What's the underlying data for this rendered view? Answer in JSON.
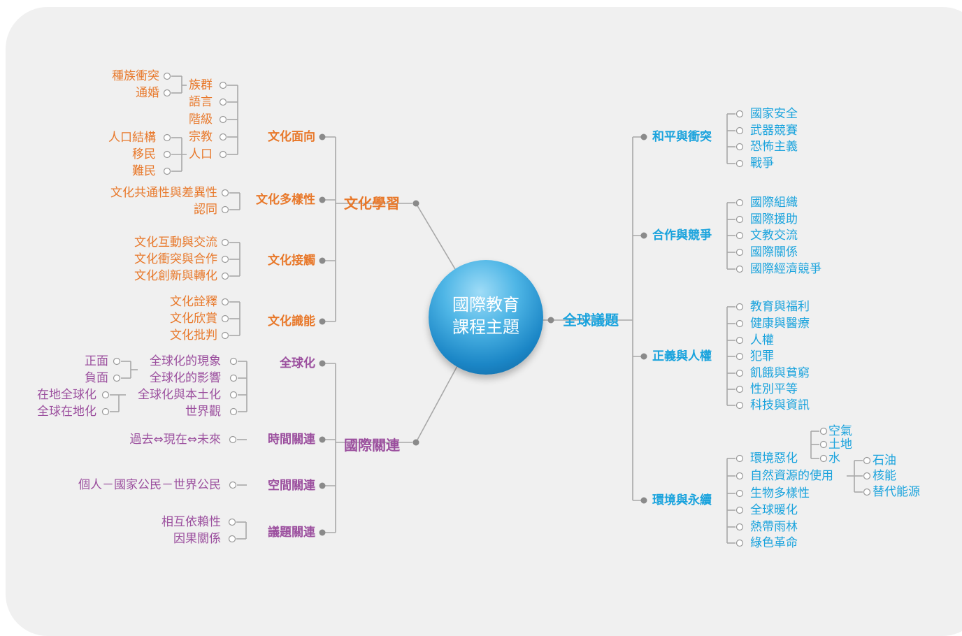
{
  "center": {
    "line1": "國際教育",
    "line2": "課程主題"
  },
  "culture": {
    "main": "文化學習",
    "c1": {
      "label": "文化面向",
      "items": [
        "族群",
        "語言",
        "階級",
        "宗教",
        "人口"
      ],
      "ethnic_sub": [
        "種族衝突",
        "通婚"
      ],
      "pop_sub": [
        "人口結構",
        "移民",
        "難民"
      ]
    },
    "c2": {
      "label": "文化多樣性",
      "items": [
        "文化共通性與差異性",
        "認同"
      ]
    },
    "c3": {
      "label": "文化接觸",
      "items": [
        "文化互動與交流",
        "文化衝突與合作",
        "文化創新與轉化"
      ]
    },
    "c4": {
      "label": "文化識能",
      "items": [
        "文化詮釋",
        "文化欣賞",
        "文化批判"
      ]
    }
  },
  "intl": {
    "main": "國際關連",
    "g1": {
      "label": "全球化",
      "items": [
        "全球化的現象",
        "全球化的影響",
        "全球化與本土化",
        "世界觀"
      ],
      "effect_sub": [
        "正面",
        "負面"
      ],
      "local_sub": [
        "在地全球化",
        "全球在地化"
      ]
    },
    "g2": {
      "label": "時間關連",
      "item": "過去⇔現在⇔未來"
    },
    "g3": {
      "label": "空間關連",
      "item": "個人－國家公民－世界公民"
    },
    "g4": {
      "label": "議題關連",
      "items": [
        "相互依賴性",
        "因果關係"
      ]
    }
  },
  "global": {
    "main": "全球議題",
    "b1": {
      "label": "和平與衝突",
      "items": [
        "國家安全",
        "武器競賽",
        "恐怖主義",
        "戰爭"
      ]
    },
    "b2": {
      "label": "合作與競爭",
      "items": [
        "國際組織",
        "國際援助",
        "文教交流",
        "國際關係",
        "國際經濟競爭"
      ]
    },
    "b3": {
      "label": "正義與人權",
      "items": [
        "教育與福利",
        "健康與醫療",
        "人權",
        "犯罪",
        "飢餓與貧窮",
        "性別平等",
        "科技與資訊"
      ]
    },
    "b4": {
      "label": "環境與永續",
      "items": [
        "環境惡化",
        "自然資源的使用",
        "生物多樣性",
        "全球暖化",
        "熱帶雨林",
        "綠色革命"
      ],
      "env_sub": [
        "空氣",
        "土地",
        "水"
      ],
      "res_sub": [
        "石油",
        "核能",
        "替代能源"
      ]
    }
  },
  "colors": {
    "culture": "#e8782a",
    "intl": "#9b4f9e",
    "global": "#1aa3dd",
    "line": "#a8a8a8",
    "dot": "#8a8a8a"
  }
}
